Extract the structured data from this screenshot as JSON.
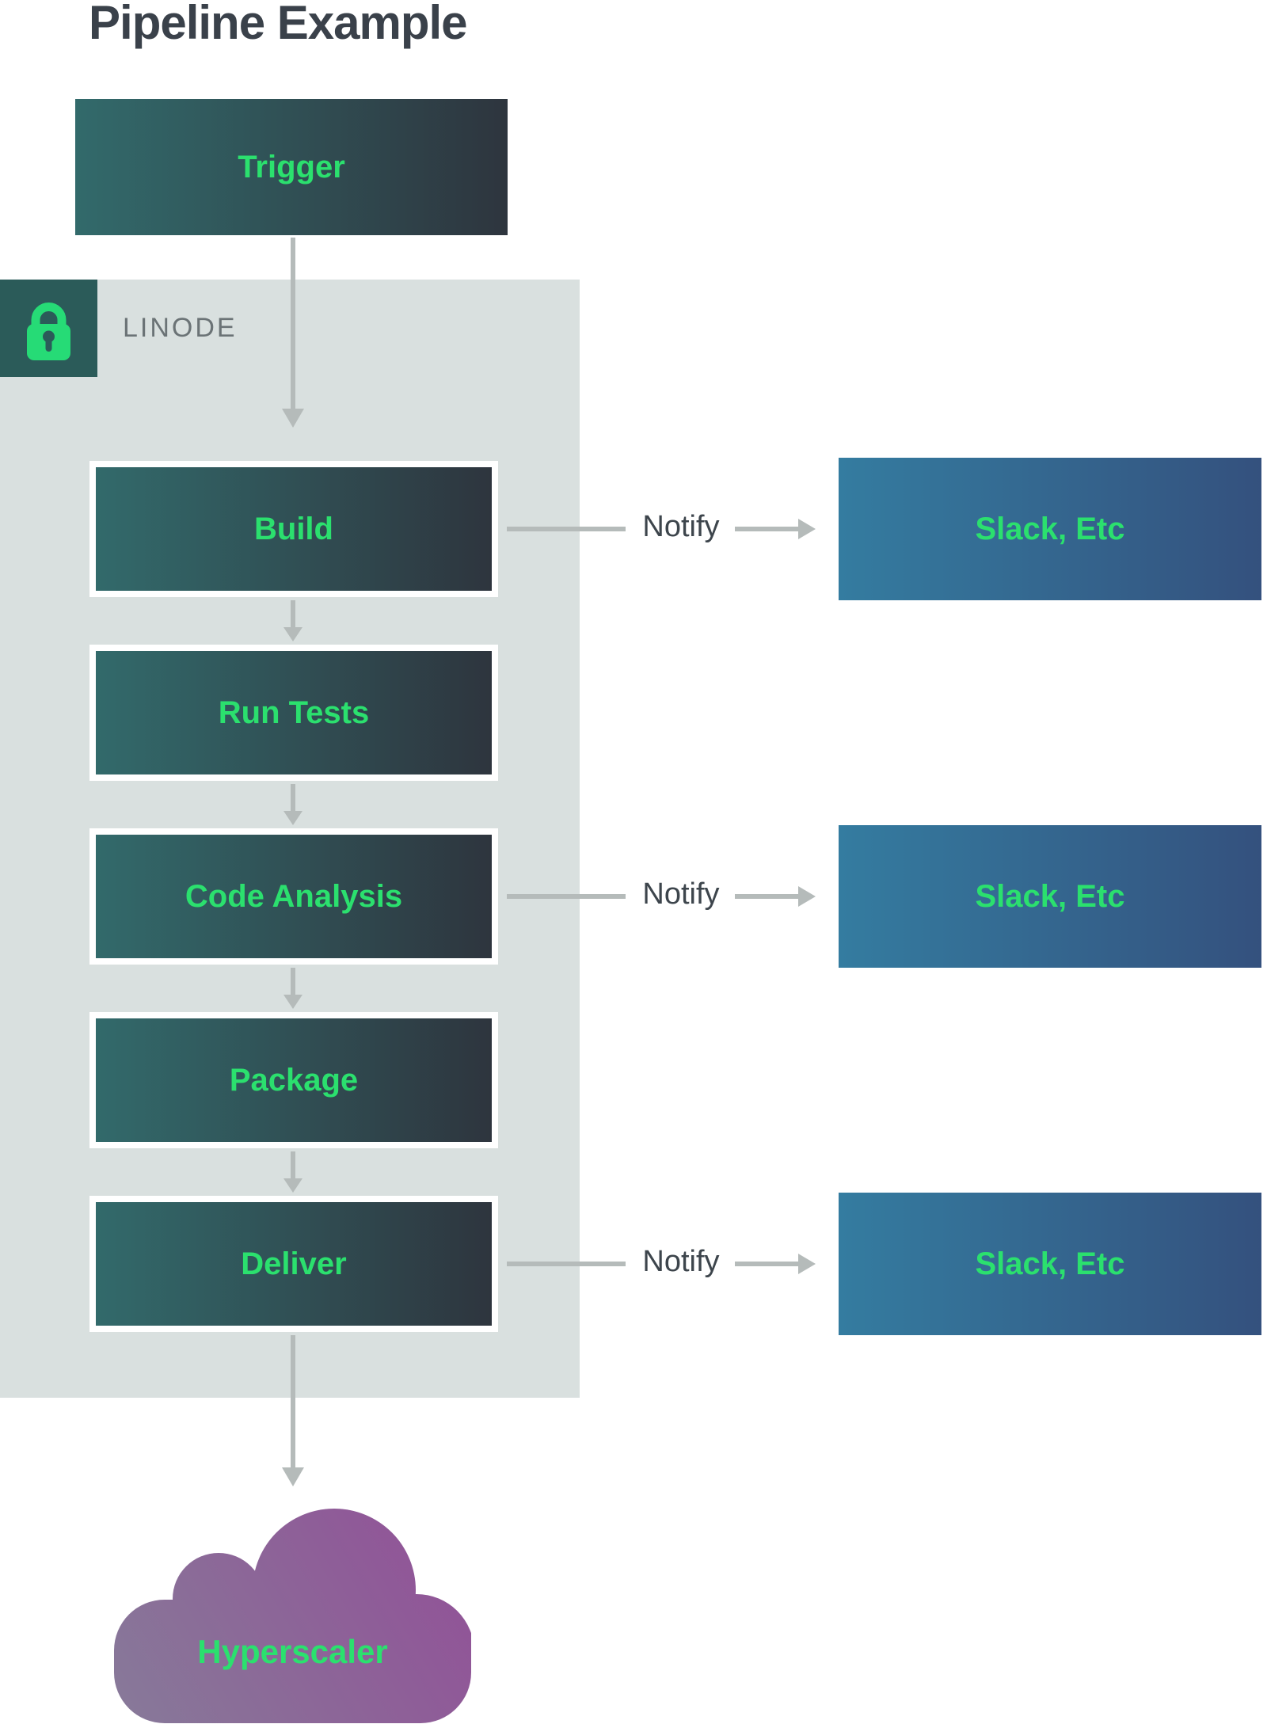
{
  "title": "Pipeline Example",
  "colors": {
    "title_text": "#3a414a",
    "accent_green": "#2be06e",
    "stage_gradient_start": "#326a6b",
    "stage_gradient_end": "#2e353e",
    "notify_gradient_start": "#347ca0",
    "notify_gradient_end": "#34517e",
    "cloud_gradient_start": "#877a99",
    "cloud_gradient_end": "#924f97",
    "container_bg": "#d9e0df",
    "lock_badge_bg": "#2b5b59",
    "lock_green": "#26db76",
    "arrow_gray": "#b5bbba",
    "notify_text": "#3d454c",
    "platform_text": "#6b7376"
  },
  "trigger": {
    "label": "Trigger"
  },
  "platform": {
    "label": "LINODE",
    "icon": "lock-icon"
  },
  "stages": [
    {
      "label": "Build",
      "notify": true
    },
    {
      "label": "Run Tests",
      "notify": false
    },
    {
      "label": "Code Analysis",
      "notify": true
    },
    {
      "label": "Package",
      "notify": false
    },
    {
      "label": "Deliver",
      "notify": true
    }
  ],
  "notify_rows": [
    {
      "label": "Notify",
      "target": "Slack, Etc",
      "source": "Build"
    },
    {
      "label": "Notify",
      "target": "Slack, Etc",
      "source": "Code Analysis"
    },
    {
      "label": "Notify",
      "target": "Slack, Etc",
      "source": "Deliver"
    }
  ],
  "cloud": {
    "label": "Hyperscaler"
  }
}
